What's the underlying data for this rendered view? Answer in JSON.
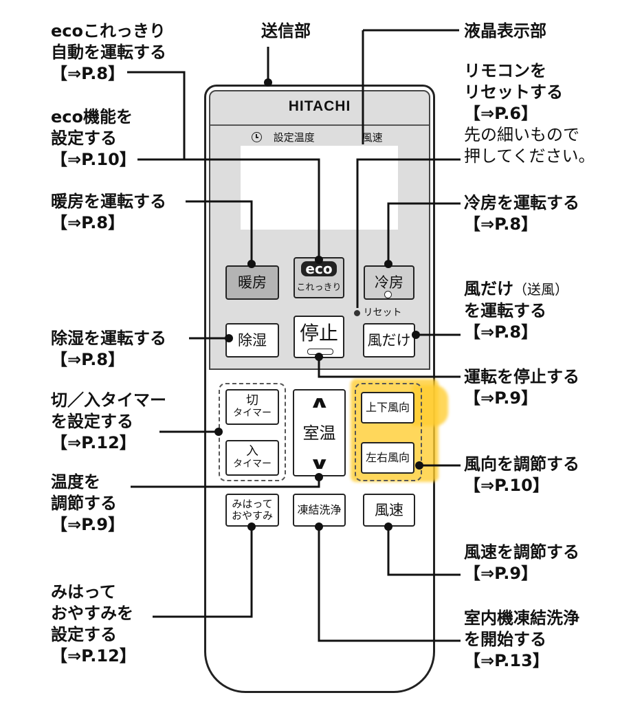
{
  "remote": {
    "brand": "HITACHI",
    "lcd_labels": {
      "timer_icon": "clock-icon",
      "temp": "設定温度",
      "fan": "風速"
    },
    "buttons": {
      "heat": "暖房",
      "eco_logo": "eco",
      "eco_sub": "これっきり",
      "cool": "冷房",
      "reset": "リセット",
      "dehumid": "除湿",
      "stop": "停止",
      "fan_only": "風だけ",
      "off_timer": [
        "切",
        "タイマー"
      ],
      "on_timer": [
        "入",
        "タイマー"
      ],
      "room_temp": "室温",
      "vertical_dir": "上下風向",
      "horizontal_dir": "左右風向",
      "sleep": [
        "みはって",
        "おやすみ"
      ],
      "freeze_wash": "凍結洗浄",
      "fan_speed": "風速"
    }
  },
  "callouts": {
    "eco_auto": {
      "lines": [
        "ecoこれっきり",
        "自動を運転する"
      ],
      "ref": "【⇒P.8】"
    },
    "transmitter": {
      "lines": [
        "送信部"
      ]
    },
    "lcd": {
      "lines": [
        "液晶表示部"
      ]
    },
    "reset": {
      "lines": [
        "リモコンを",
        "リセットする"
      ],
      "ref": "【⇒P.6】",
      "note": [
        "先の細いもので",
        "押してください。"
      ]
    },
    "eco_set": {
      "lines": [
        "eco機能を",
        "設定する"
      ],
      "ref": "【⇒P.10】"
    },
    "heat": {
      "lines": [
        "暖房を運転する"
      ],
      "ref": "【⇒P.8】"
    },
    "cool": {
      "lines": [
        "冷房を運転する"
      ],
      "ref": "【⇒P.8】"
    },
    "fan_only": {
      "line1_bold": "風だけ",
      "line1_normal": "（送風）",
      "lines": [
        "を運転する"
      ],
      "ref": "【⇒P.8】"
    },
    "dehumid": {
      "lines": [
        "除湿を運転する"
      ],
      "ref": "【⇒P.8】"
    },
    "stop": {
      "lines": [
        "運転を停止する"
      ],
      "ref": "【⇒P.9】"
    },
    "timer": {
      "lines": [
        "切／入タイマー",
        "を設定する"
      ],
      "ref": "【⇒P.12】"
    },
    "temp": {
      "lines": [
        "温度を",
        "調節する"
      ],
      "ref": "【⇒P.9】"
    },
    "direction": {
      "lines": [
        "風向を調節する"
      ],
      "ref": "【⇒P.10】"
    },
    "fan_speed": {
      "lines": [
        "風速を調節する"
      ],
      "ref": "【⇒P.9】"
    },
    "sleep": {
      "lines": [
        "みはって",
        "おやすみを",
        "設定する"
      ],
      "ref": "【⇒P.12】"
    },
    "freeze_wash": {
      "lines": [
        "室内機凍結洗浄",
        "を開始する"
      ],
      "ref": "【⇒P.13】"
    }
  }
}
